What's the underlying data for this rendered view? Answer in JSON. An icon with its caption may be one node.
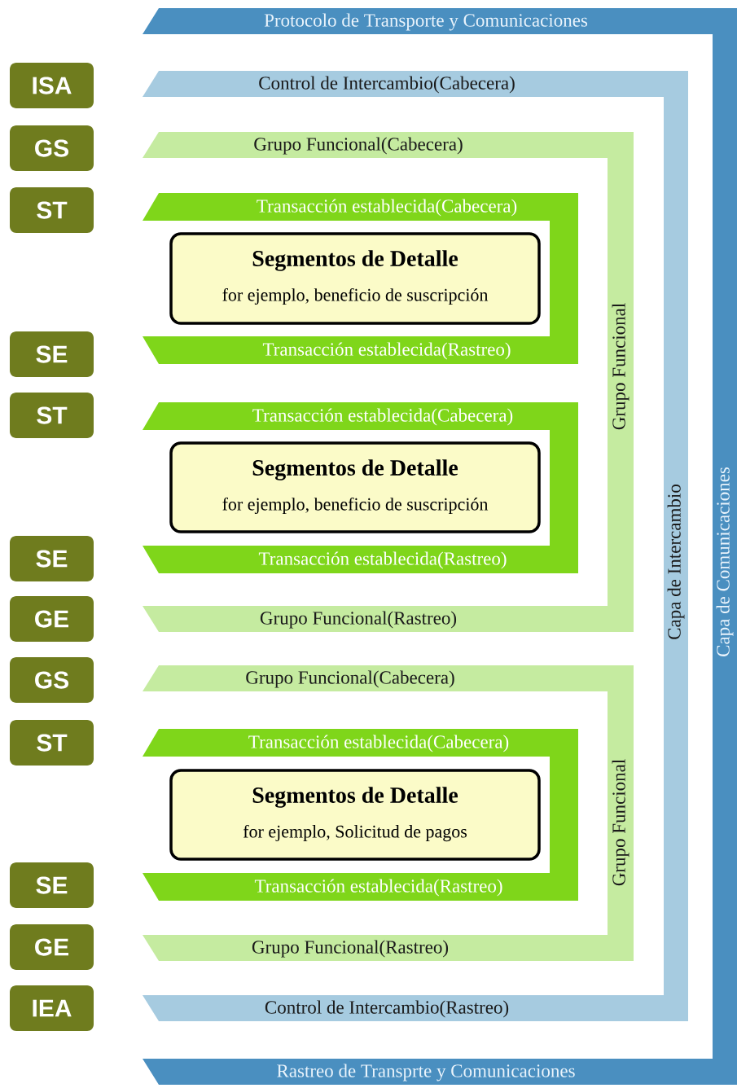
{
  "diagram": {
    "nodes": [
      {
        "text": [
          "ISA"
        ]
      },
      {
        "text": [
          "GS"
        ]
      },
      {
        "text": [
          "ST"
        ]
      },
      {
        "text": [
          "SE"
        ]
      },
      {
        "text": [
          "ST"
        ]
      },
      {
        "text": [
          "SE"
        ]
      },
      {
        "text": [
          "GE"
        ]
      },
      {
        "text": [
          "GS"
        ]
      },
      {
        "text": [
          "ST"
        ]
      },
      {
        "text": [
          "SE"
        ]
      },
      {
        "text": [
          "GE"
        ]
      },
      {
        "text": [
          "IEA"
        ]
      },
      {
        "text": [
          "Protocolo de Transporte y Comunicaciones",
          "Capa de Comunicaciones",
          "Rastreo de Transprte y Comunicaciones"
        ]
      },
      {
        "text": [
          "Control de Intercambio(Cabecera)",
          "Capa de Intercambio",
          "Control de Intercambio(Rastreo)"
        ]
      },
      {
        "text": [
          "Grupo Funcional(Cabecera)",
          "Grupo Funcional",
          "Grupo Funcional(Rastreo)"
        ]
      },
      {
        "text": [
          "Transacción establecida(Cabecera)",
          "Transacción establecida(Rastreo)"
        ]
      },
      {
        "text": [
          "Segmentos de Detalle",
          "for ejemplo, beneficio de suscripción"
        ]
      },
      {
        "text": [
          "Transacción establecida(Cabecera)",
          "Transacción establecida(Rastreo)"
        ]
      },
      {
        "text": [
          "Segmentos de Detalle",
          "for ejemplo, beneficio de suscripción"
        ]
      },
      {
        "text": [
          "Grupo Funcional(Cabecera)",
          "Grupo Funcional",
          "Grupo Funcional(Rastreo)"
        ]
      },
      {
        "text": [
          "Transacción establecida(Cabecera)",
          "Transacción establecida(Rastreo)"
        ]
      },
      {
        "text": [
          "Segmentos de Detalle",
          "for ejemplo, Solicitud de pagos"
        ]
      }
    ]
  }
}
